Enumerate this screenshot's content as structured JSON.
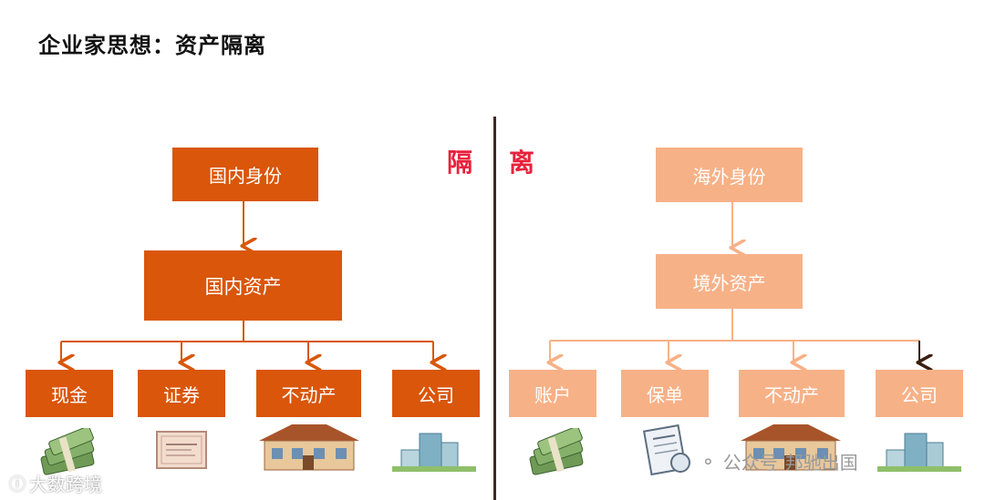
{
  "title": "企业家思想：资产隔离",
  "separator": {
    "left": "隔",
    "right": "离"
  },
  "left": {
    "identity": "国内身份",
    "assets": "国内资产",
    "items": [
      "现金",
      "证券",
      "不动产",
      "公司"
    ]
  },
  "right": {
    "identity": "海外身份",
    "assets": "境外资产",
    "items": [
      "账户",
      "保单",
      "不动产",
      "公司"
    ]
  },
  "watermarks": {
    "bottom_left": "大数跨境",
    "bottom_right_1": "公众号",
    "bottom_right_2": "邦驰出国"
  },
  "icons": [
    "money-stack-icon",
    "certificate-icon",
    "house-icon",
    "building-icon",
    "money-stack-icon",
    "policy-document-icon",
    "house-icon",
    "building-icon"
  ],
  "colors": {
    "dark": "#d9560a",
    "light": "#f7b187",
    "accent_red": "#e8213c"
  }
}
